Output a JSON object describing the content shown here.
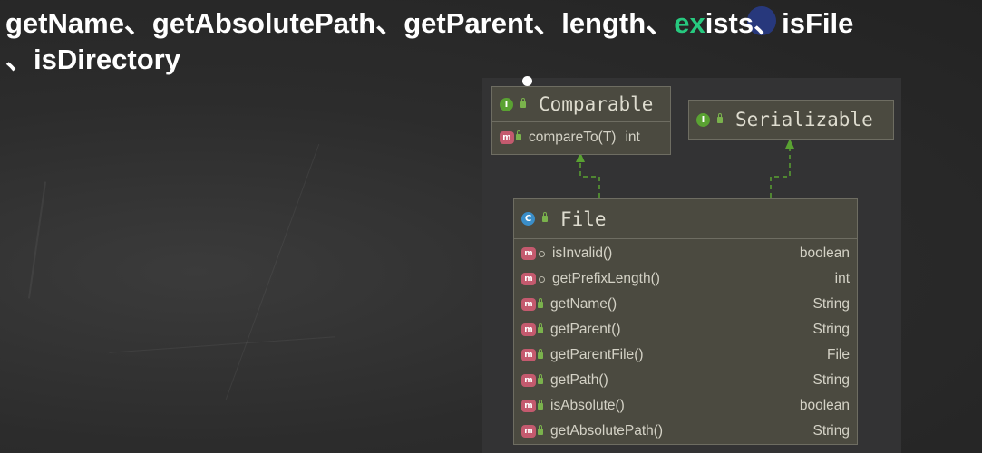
{
  "heading": {
    "line1_part1": "getName、getAbsolutePath、getParent、length、",
    "line1_highlight": "ex",
    "line1_part2": "ists、isFile",
    "line2": "、isDirectory"
  },
  "diagram": {
    "comparable": {
      "title": "Comparable",
      "kind_icon": "I",
      "method": {
        "name": "compareTo(T)",
        "type": "int",
        "icon": "m"
      }
    },
    "serializable": {
      "title": "Serializable",
      "kind_icon": "I"
    },
    "file": {
      "title": "File",
      "kind_icon": "C",
      "methods": [
        {
          "name": "isInvalid()",
          "type": "boolean",
          "visibility": "package"
        },
        {
          "name": "getPrefixLength()",
          "type": "int",
          "visibility": "package"
        },
        {
          "name": "getName()",
          "type": "String",
          "visibility": "public"
        },
        {
          "name": "getParent()",
          "type": "String",
          "visibility": "public"
        },
        {
          "name": "getParentFile()",
          "type": "File",
          "visibility": "public"
        },
        {
          "name": "getPath()",
          "type": "String",
          "visibility": "public"
        },
        {
          "name": "isAbsolute()",
          "type": "boolean",
          "visibility": "public"
        },
        {
          "name": "getAbsolutePath()",
          "type": "String",
          "visibility": "public"
        }
      ]
    },
    "colors": {
      "box_fill": "#4b4a40",
      "connector": "#5aa232",
      "highlight": "#27c97f"
    }
  }
}
